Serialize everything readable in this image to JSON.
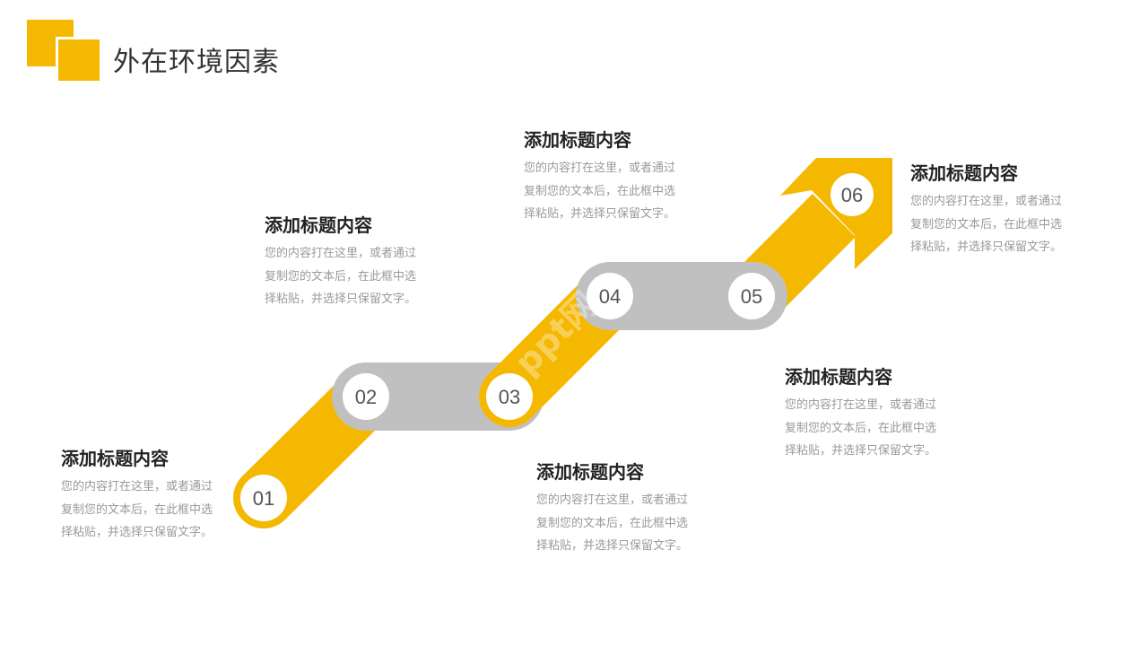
{
  "page": {
    "title": "外在环境因素"
  },
  "colors": {
    "accent": "#F5B800",
    "gray": "#C0C0C0",
    "title": "#333333",
    "body": "#9A9A9A"
  },
  "diagram": {
    "type": "stepped-arrow-process",
    "nodes": [
      "01",
      "02",
      "03",
      "04",
      "05",
      "06"
    ],
    "watermark": "ppt网"
  },
  "steps": [
    {
      "num": "01",
      "title": "添加标题内容",
      "desc": "您的内容打在这里，或者通过复制您的文本后，在此框中选择粘贴，并选择只保留文字。"
    },
    {
      "num": "02",
      "title": "添加标题内容",
      "desc": "您的内容打在这里，或者通过复制您的文本后，在此框中选择粘贴，并选择只保留文字。"
    },
    {
      "num": "03",
      "title": "添加标题内容",
      "desc": "您的内容打在这里，或者通过复制您的文本后，在此框中选择粘贴，并选择只保留文字。"
    },
    {
      "num": "04",
      "title": "添加标题内容",
      "desc": "您的内容打在这里，或者通过复制您的文本后，在此框中选择粘贴，并选择只保留文字。"
    },
    {
      "num": "05",
      "title": "添加标题内容",
      "desc": "您的内容打在这里，或者通过复制您的文本后，在此框中选择粘贴，并选择只保留文字。"
    },
    {
      "num": "06",
      "title": "添加标题内容",
      "desc": "您的内容打在这里，或者通过复制您的文本后，在此框中选择粘贴，并选择只保留文字。"
    }
  ]
}
